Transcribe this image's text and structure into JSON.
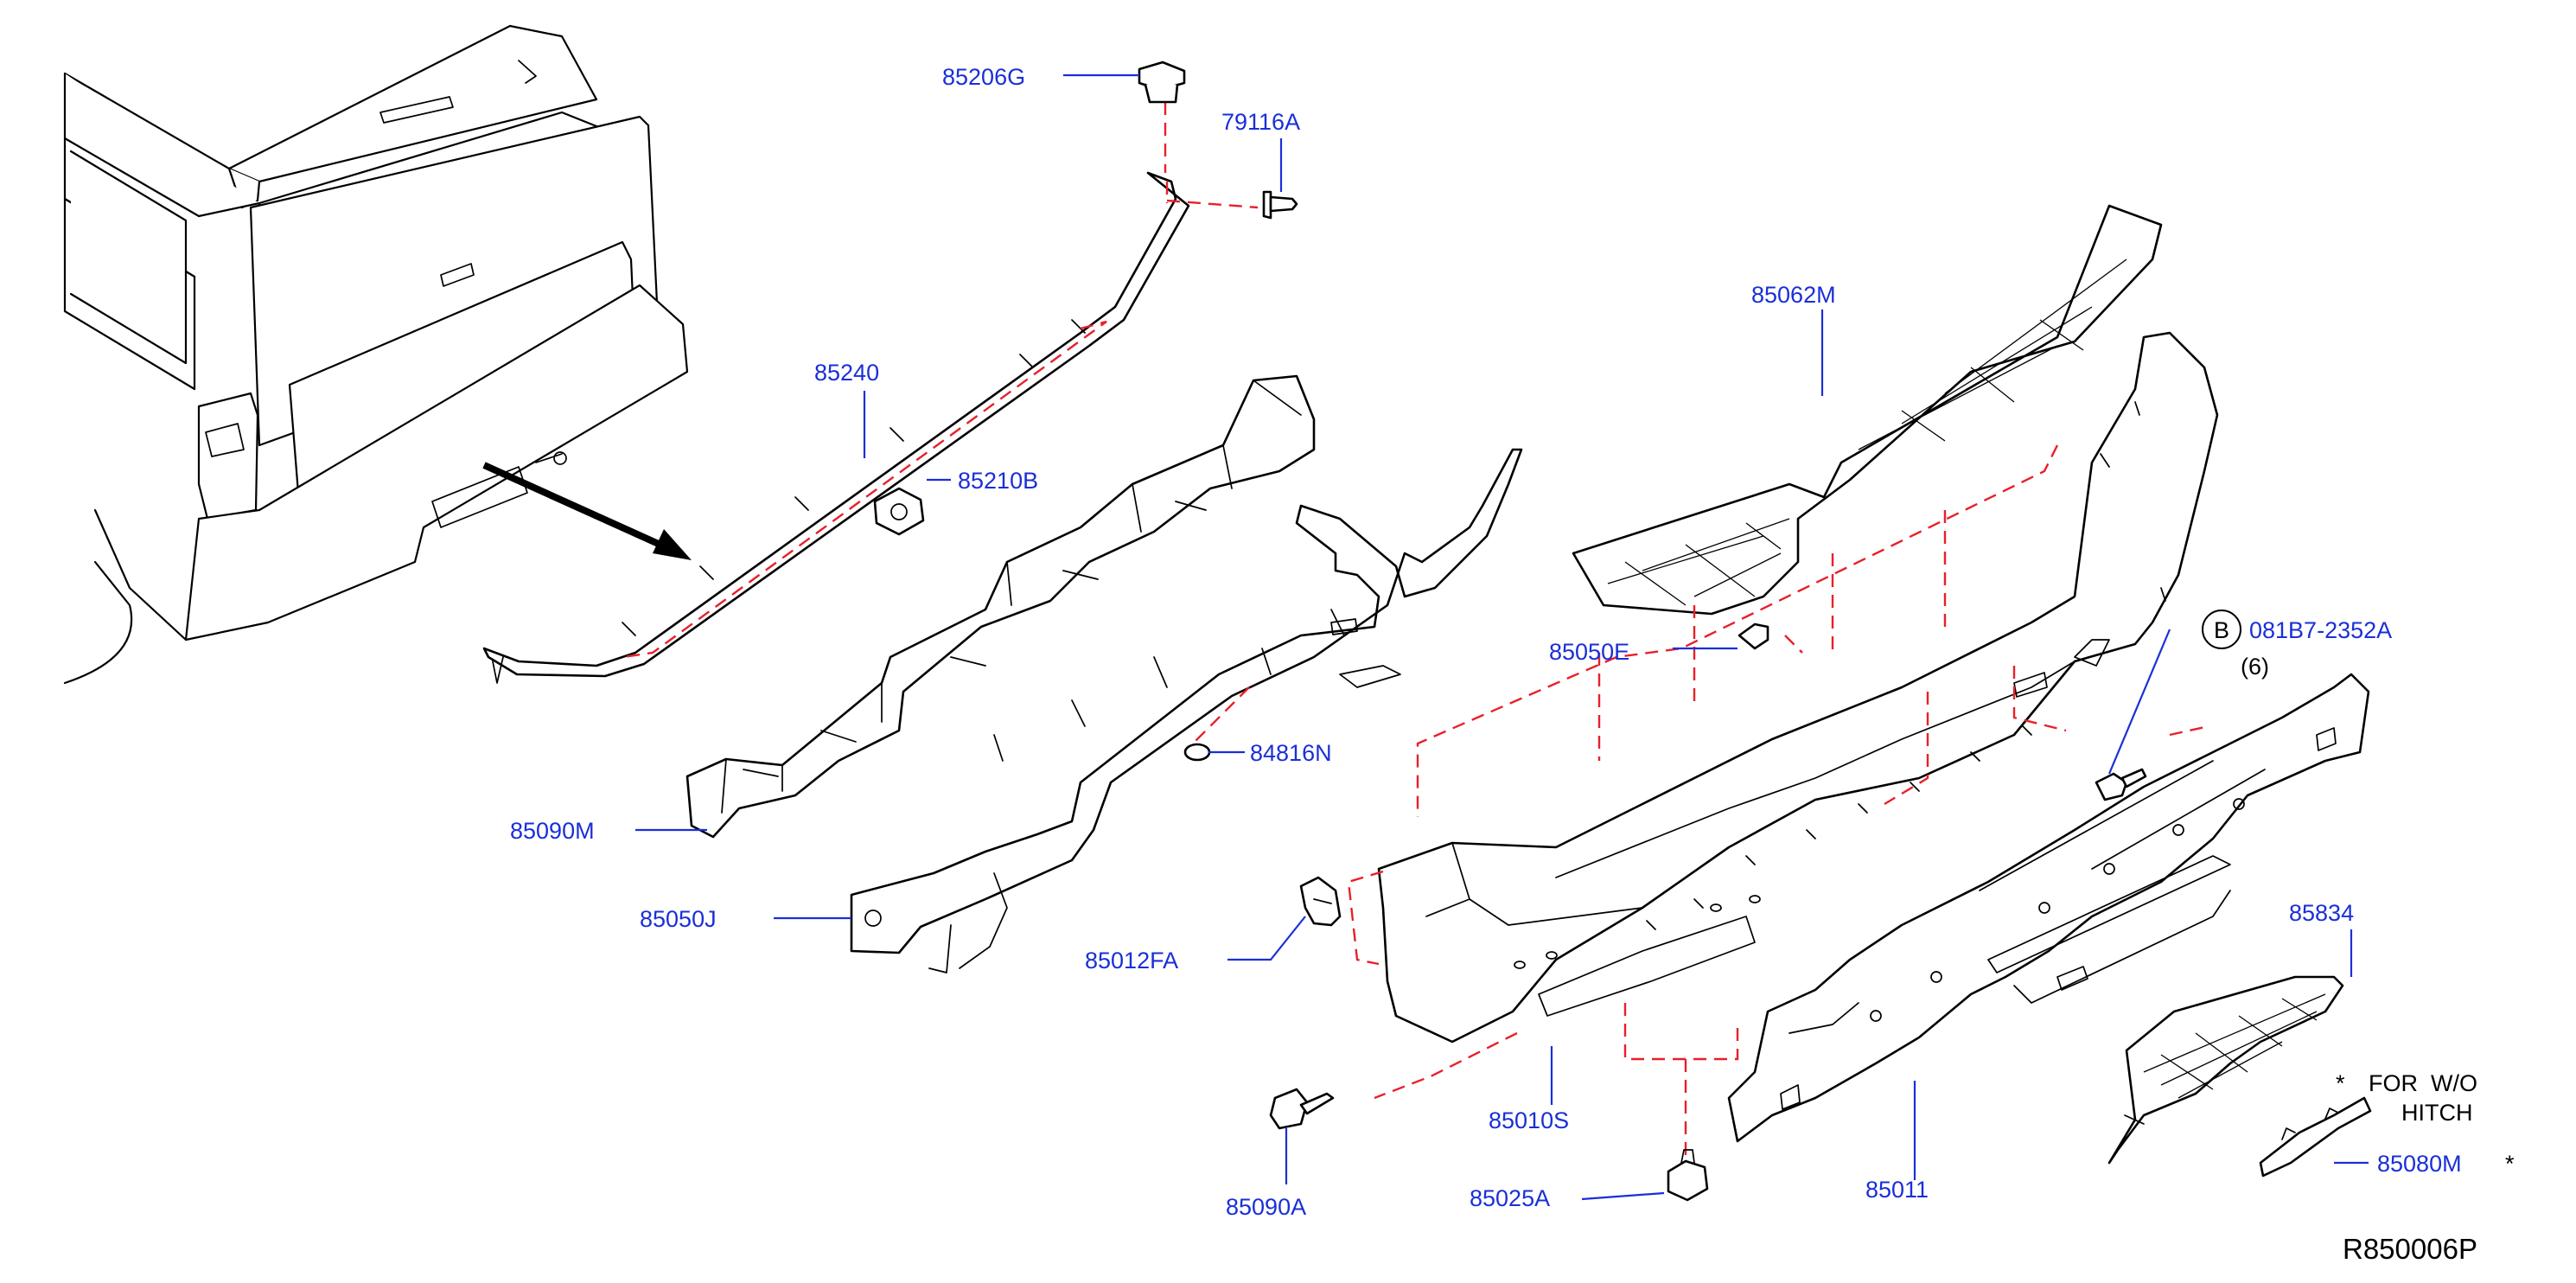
{
  "diagram": {
    "reference_code": "R850006P",
    "parts": [
      {
        "id": "p85206G",
        "label": "85206G"
      },
      {
        "id": "p79116A",
        "label": "79116A"
      },
      {
        "id": "p85240",
        "label": "85240"
      },
      {
        "id": "p85210B",
        "label": "85210B"
      },
      {
        "id": "p85062M",
        "label": "85062M"
      },
      {
        "id": "p85050E",
        "label": "85050E"
      },
      {
        "id": "p081B7",
        "label": "081B7-2352A"
      },
      {
        "id": "p84816N",
        "label": "84816N"
      },
      {
        "id": "p85090M",
        "label": "85090M"
      },
      {
        "id": "p85050J",
        "label": "85050J"
      },
      {
        "id": "p85012FA",
        "label": "85012FA"
      },
      {
        "id": "p85834",
        "label": "85834"
      },
      {
        "id": "p85010S",
        "label": "85010S"
      },
      {
        "id": "p85011",
        "label": "85011"
      },
      {
        "id": "p85080M",
        "label": "85080M"
      },
      {
        "id": "p85090A",
        "label": "85090A"
      },
      {
        "id": "p85025A",
        "label": "85025A"
      }
    ],
    "bolt_callout": {
      "letter": "B",
      "quantity": "(6)"
    },
    "note": {
      "asterisk": "*",
      "line1": "FOR  W/O",
      "line2": "HITCH"
    },
    "label_85080M_marker": "*",
    "colors": {
      "label": "#1a2fd8",
      "dashed_guide": "#e8202a",
      "outline": "#000000"
    }
  }
}
